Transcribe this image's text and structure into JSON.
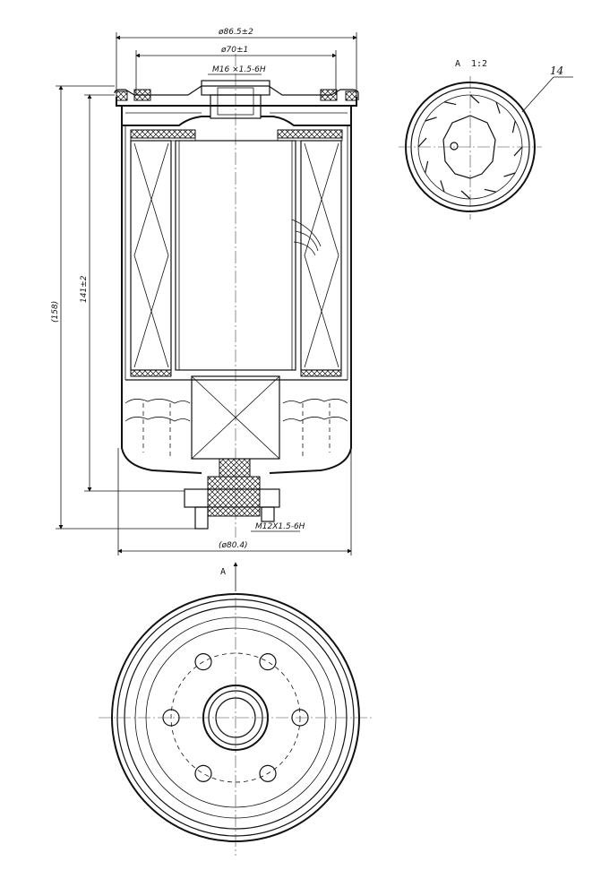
{
  "dimensions": {
    "outer_diameter": "ø86.5±2",
    "inner_diameter": "ø70±1",
    "top_thread": "M16 ×1.5-6H",
    "bottom_thread": "M12X1.5-6H",
    "bottom_diameter": "(ø80.4)",
    "total_height": "(158)",
    "body_height": "141±2"
  },
  "views": {
    "section_label": "A",
    "section_scale": "1:2",
    "arrow_label": "A"
  },
  "callouts": {
    "part_number": "14"
  }
}
